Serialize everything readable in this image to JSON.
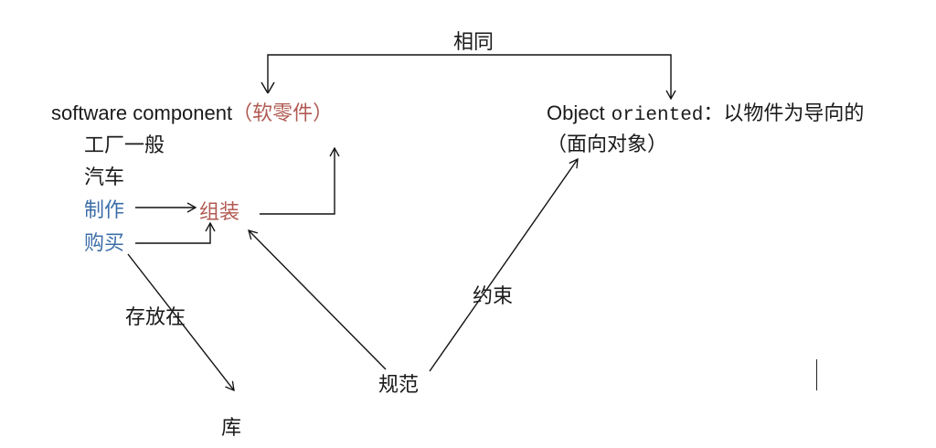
{
  "colors": {
    "text": "#1a1a1a",
    "red": "#b05a52",
    "blue": "#3d6ea8",
    "line": "#111111"
  },
  "labels": {
    "same": "相同",
    "sc_en": "software component",
    "sc_cn": "（软零件）",
    "obj_en": "Object",
    "obj_mono": "oriented",
    "obj_cn": "：以物件为导向的",
    "obj_cn2": "（面向对象）",
    "factory": "工厂一般",
    "car": "汽车",
    "make": "制作",
    "buy": "购买",
    "assemble": "组装",
    "store_in": "存放在",
    "warehouse": "库",
    "constrain": "约束",
    "spec": "规范"
  }
}
